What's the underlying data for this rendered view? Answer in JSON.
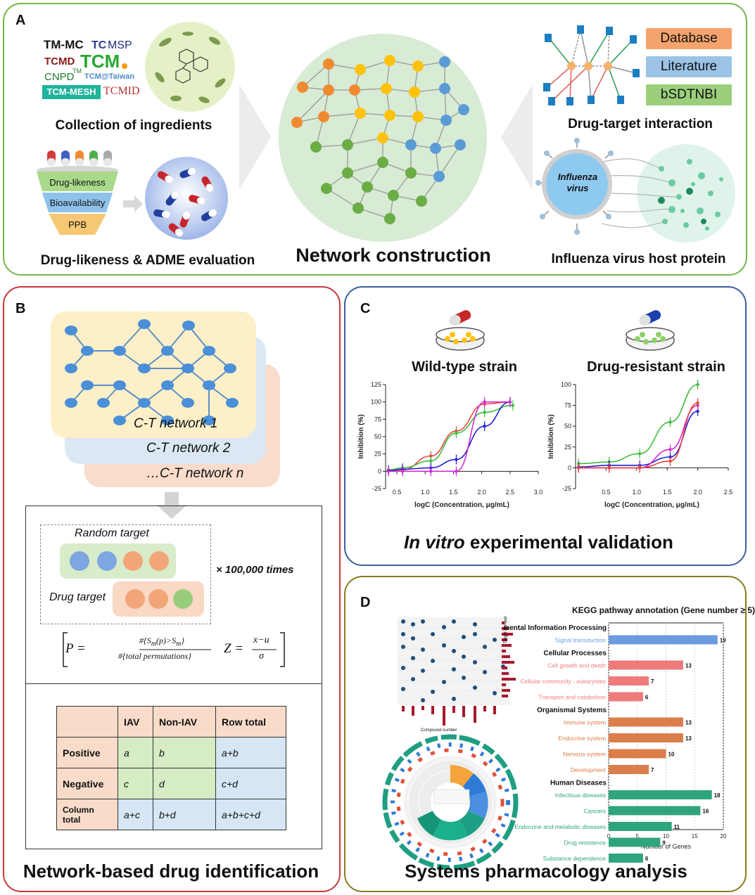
{
  "panel_a": {
    "label": "A",
    "db_logos": [
      "TM-MC",
      "TC",
      "MSP",
      "TCMD",
      "TCM",
      "CNPD",
      "TM",
      "TCM@Taiwan",
      "TCM-MESH",
      "TCMID"
    ],
    "collection_caption": "Collection of ingredients",
    "funnel_levels": [
      "Drug-likeness",
      "Bioavailability",
      "PPB"
    ],
    "adme_caption": "Drug-likeness & ADME evaluation",
    "network_caption": "Network construction",
    "sources": [
      "Database",
      "Literature",
      "bSDTNBI"
    ],
    "dti_caption": "Drug-target interaction",
    "virus_label_line1": "Influenza",
    "virus_label_line2": "virus",
    "host_caption": "Influenza virus host protein",
    "colors": {
      "database": "#f4a36c",
      "literature": "#9cc3e6",
      "bsdtnbi": "#9bcf7c",
      "orange_node": "#f08a30",
      "yellow_node": "#ffc20e",
      "blue_node": "#5b9bd5",
      "green_node": "#6aad45"
    }
  },
  "panel_b": {
    "label": "B",
    "networks": [
      "C-T network 1",
      "C-T network 2",
      "…C-T network n"
    ],
    "random_target": "Random target",
    "drug_target": "Drug target",
    "times": "× 100,000 times",
    "formula_p_lhs": "P =",
    "formula_p_num": "#{S",
    "formula_p_num_sub1": "m",
    "formula_p_num_mid": "(p)>S",
    "formula_p_num_sub2": "m",
    "formula_p_num_end": "}",
    "formula_p_den": "#{total permutations}",
    "formula_z_lhs": "Z =",
    "formula_z_num": "x−u",
    "formula_z_den": "σ",
    "table": {
      "header": [
        "",
        "IAV",
        "Non-IAV",
        "Row total"
      ],
      "rows": [
        [
          "Positive",
          "a",
          "b",
          "a+b"
        ],
        [
          "Negative",
          "c",
          "d",
          "c+d"
        ],
        [
          "Column total",
          "a+c",
          "b+d",
          "a+b+c+d"
        ]
      ]
    },
    "caption": "Network-based drug identification"
  },
  "panel_c": {
    "label": "C",
    "caption_italic": "In vitro",
    "caption_rest": " experimental validation"
  },
  "panel_d": {
    "label": "D",
    "kegg_title": "KEGG pathway annotation (Gene number ≥ 5)",
    "compound_axis": "Compound number",
    "target_axis": "Target number",
    "x_axis_label": "Number of Genes",
    "caption": "Systems pharmacology analysis"
  },
  "chart_data": [
    {
      "type": "line",
      "title": "Wild-type strain",
      "xlabel": "logC (Concentration, μg/mL)",
      "ylabel": "Inhibition (%)",
      "xlim": [
        0.3,
        3.0
      ],
      "ylim": [
        -25,
        125
      ],
      "xticks": [
        "0.5",
        "1.0",
        "1.5",
        "2.0",
        "2.5",
        "3.0"
      ],
      "yticks": [
        "-25",
        "0",
        "25",
        "50",
        "75",
        "100",
        "125"
      ],
      "series": [
        {
          "color": "#e8463c",
          "x": [
            0.35,
            0.6,
            1.1,
            1.55,
            2.05,
            2.5
          ],
          "y": [
            1,
            2,
            22,
            58,
            97,
            100
          ]
        },
        {
          "color": "#3fbd3f",
          "x": [
            0.35,
            0.6,
            1.1,
            1.55,
            2.05,
            2.55
          ],
          "y": [
            2,
            5,
            15,
            55,
            85,
            95
          ]
        },
        {
          "color": "#2222d6",
          "x": [
            0.35,
            0.6,
            1.1,
            1.55,
            2.05,
            2.5
          ],
          "y": [
            1,
            3,
            5,
            17,
            65,
            100
          ]
        },
        {
          "color": "#d42bd4",
          "x": [
            0.35,
            0.6,
            1.1,
            1.55,
            2.05,
            2.5
          ],
          "y": [
            0,
            0,
            0,
            0,
            100,
            100
          ]
        }
      ]
    },
    {
      "type": "line",
      "title": "Drug-resistant strain",
      "xlabel": "logC (Concentration, μg/mL)",
      "ylabel": "Inhibition (%)",
      "xlim": [
        0.0,
        2.5
      ],
      "ylim": [
        -25,
        100
      ],
      "xticks": [
        "0.5",
        "1.0",
        "1.5",
        "2.0",
        "2.5"
      ],
      "yticks": [
        "-25",
        "0",
        "25",
        "50",
        "75",
        "100"
      ],
      "series": [
        {
          "color": "#3fbd3f",
          "x": [
            0.05,
            0.55,
            1.05,
            1.55,
            2.0
          ],
          "y": [
            5,
            7,
            17,
            55,
            100
          ]
        },
        {
          "color": "#2222d6",
          "x": [
            0.05,
            0.55,
            1.05,
            1.55,
            2.0
          ],
          "y": [
            1,
            3,
            3,
            13,
            68
          ]
        },
        {
          "color": "#d42bd4",
          "x": [
            0.05,
            0.55,
            1.05,
            1.55,
            2.0
          ],
          "y": [
            0,
            0,
            0,
            22,
            75
          ]
        },
        {
          "color": "#e8463c",
          "x": [
            0.05,
            0.55,
            1.05,
            1.55,
            2.0
          ],
          "y": [
            0,
            0,
            0,
            8,
            78
          ]
        }
      ]
    },
    {
      "type": "bar",
      "title": "KEGG pathway annotation (Gene number ≥ 5)",
      "xlabel": "Number of Genes",
      "xlim": [
        0,
        20
      ],
      "xticks": [
        "0",
        "5",
        "10",
        "15",
        "20"
      ],
      "groups": [
        {
          "name": "mental Information Processing",
          "color": "#6e9be0",
          "items": [
            {
              "label": "Signal transduction",
              "value": 19
            }
          ]
        },
        {
          "name": "Cellular Processes",
          "color": "#ee7b7b",
          "items": [
            {
              "label": "Cell growth and death",
              "value": 13
            },
            {
              "label": "Cellular community - eukaryotes",
              "value": 7
            },
            {
              "label": "Transport and catabolism",
              "value": 6
            }
          ]
        },
        {
          "name": "Organismal Systems",
          "color": "#dc7e4a",
          "items": [
            {
              "label": "Immune system",
              "value": 13
            },
            {
              "label": "Endocrine system",
              "value": 13
            },
            {
              "label": "Nervous system",
              "value": 10
            },
            {
              "label": "Development",
              "value": 7
            }
          ]
        },
        {
          "name": "Human Diseases",
          "color": "#2fa57f",
          "items": [
            {
              "label": "Infectious diseases",
              "value": 18
            },
            {
              "label": "Cancers",
              "value": 16
            },
            {
              "label": "Endocrine and metabolic diseases",
              "value": 11
            },
            {
              "label": "Drug resistance",
              "value": 9
            },
            {
              "label": "Substance dependence",
              "value": 6
            }
          ]
        }
      ]
    }
  ]
}
